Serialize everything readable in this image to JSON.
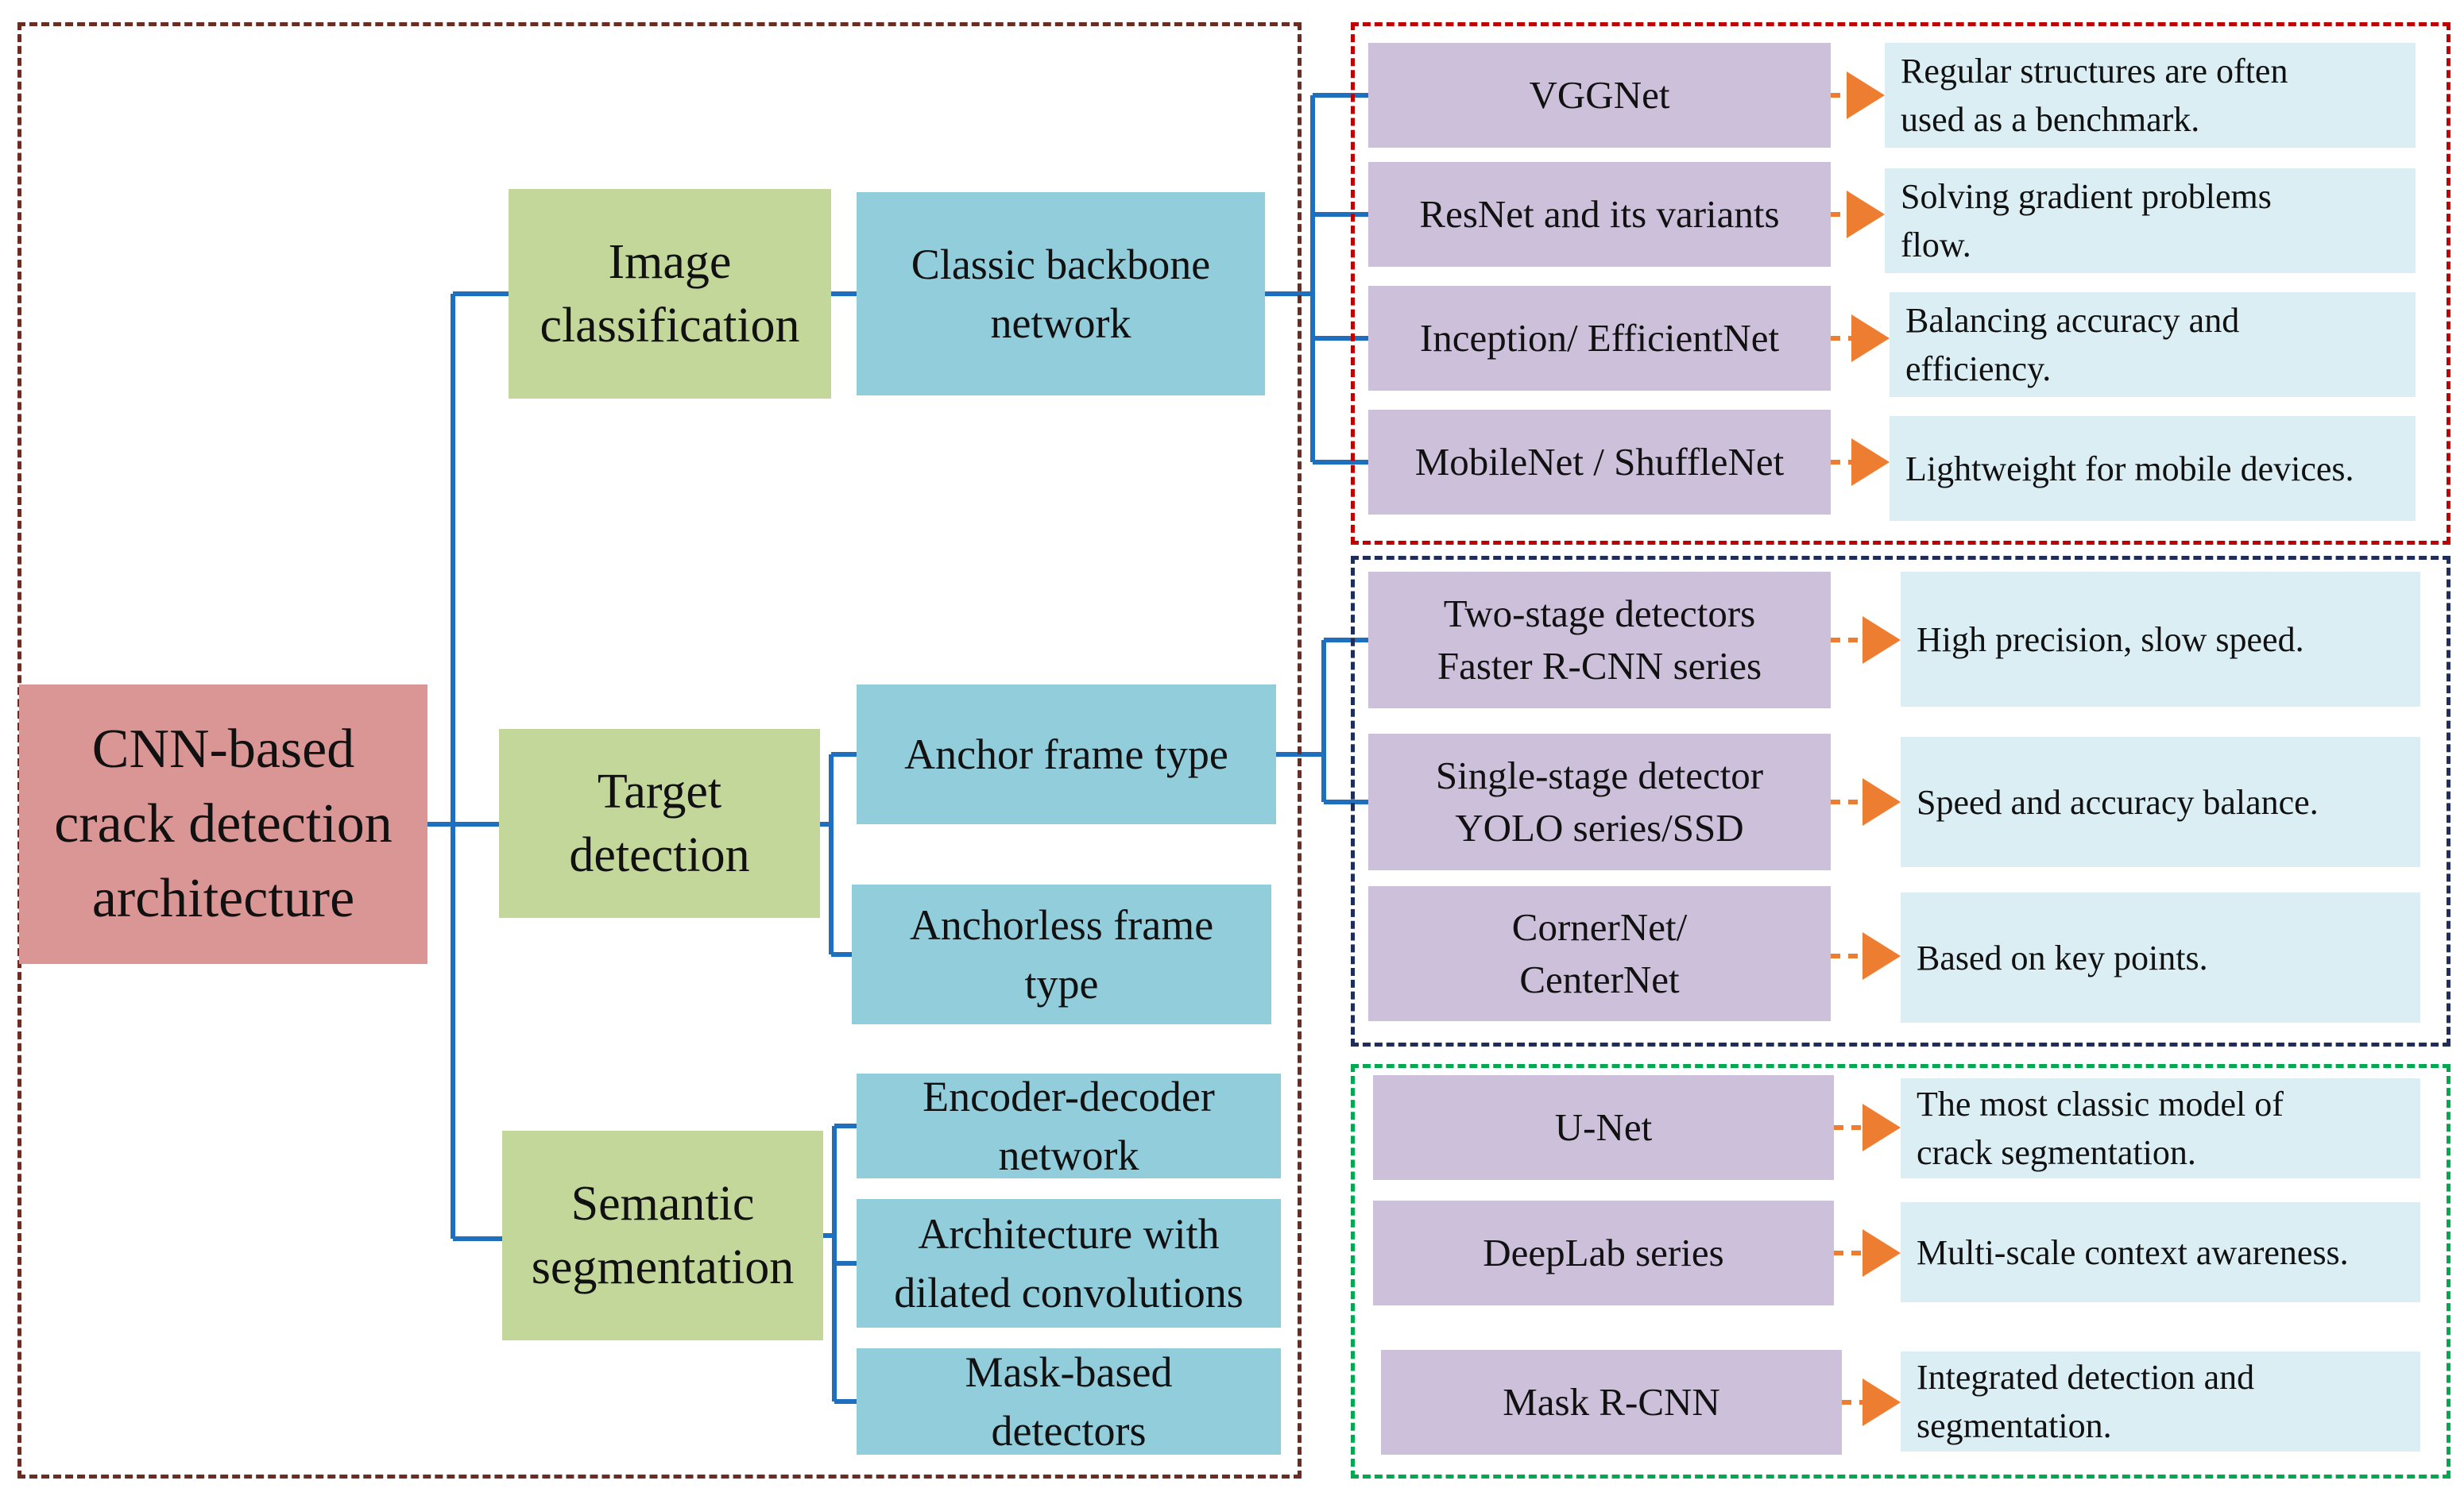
{
  "colors": {
    "root_box": "#d99694",
    "category_box": "#c4d79b",
    "subtype_box": "#92cddc",
    "model_box": "#ccc0da",
    "description_box": "#dbeef3",
    "connector_line": "#1f6fbf",
    "arrow": "#ed7d31",
    "frame_main": "#6b2c22",
    "frame_classification": "#c00000",
    "frame_detection": "#1f2d5c",
    "frame_segmentation": "#00a84f"
  },
  "root": {
    "label": "CNN-based\ncrack detection\narchitecture"
  },
  "categories": {
    "classification": {
      "label": "Image\nclassification"
    },
    "detection": {
      "label": "Target\ndetection"
    },
    "segmentation": {
      "label": "Semantic\nsegmentation"
    }
  },
  "subtypes": {
    "backbone": {
      "label": "Classic backbone\nnetwork"
    },
    "anchor": {
      "label": "Anchor frame type"
    },
    "anchorless": {
      "label": "Anchorless frame\ntype"
    },
    "encoder_decoder": {
      "label": "Encoder-decoder\nnetwork"
    },
    "dilated": {
      "label": "Architecture with\ndilated convolutions"
    },
    "mask_based": {
      "label": "Mask-based\ndetectors"
    }
  },
  "models": [
    {
      "id": "vggnet",
      "label": "VGGNet",
      "description": "Regular structures are often\nused as a benchmark."
    },
    {
      "id": "resnet",
      "label": "ResNet and its variants",
      "description": "Solving gradient problems\nflow."
    },
    {
      "id": "inception",
      "label": "Inception/ EfficientNet",
      "description": "Balancing accuracy and\nefficiency."
    },
    {
      "id": "mobilenet",
      "label": "MobileNet / ShuffleNet",
      "description": "Lightweight for mobile devices."
    },
    {
      "id": "two-stage",
      "label": "Two-stage detectors\nFaster R-CNN series",
      "description": "High precision, slow speed."
    },
    {
      "id": "single-stage",
      "label": "Single-stage detector\nYOLO series/SSD",
      "description": "Speed and accuracy balance."
    },
    {
      "id": "cornernet",
      "label": "CornerNet/\nCenterNet",
      "description": "Based on key points."
    },
    {
      "id": "unet",
      "label": "U-Net",
      "description": "The most classic model of\ncrack segmentation."
    },
    {
      "id": "deeplab",
      "label": "DeepLab series",
      "description": "Multi-scale context awareness."
    },
    {
      "id": "mask-rcnn",
      "label": "Mask R-CNN",
      "description": "Integrated detection and\nsegmentation."
    }
  ]
}
